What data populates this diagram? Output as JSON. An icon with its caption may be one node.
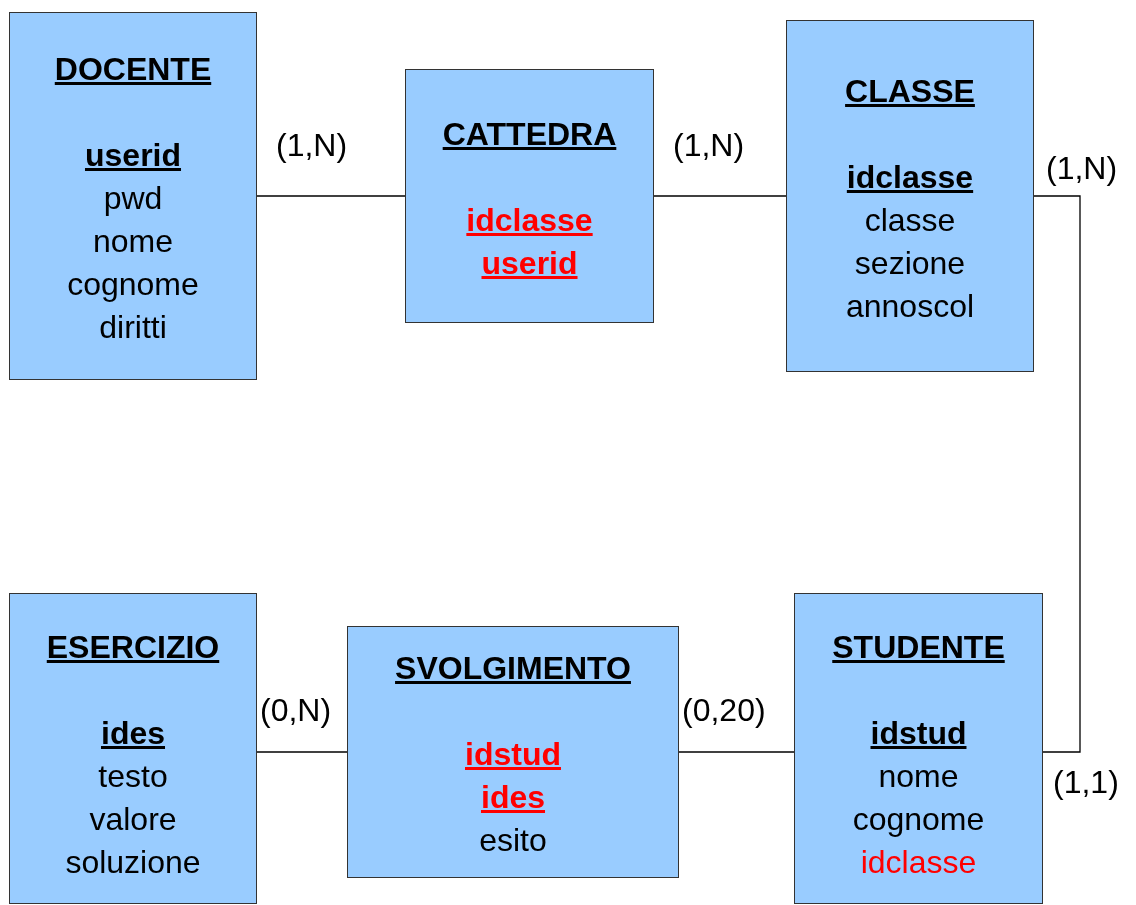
{
  "diagram": {
    "nodes": [
      {
        "text": [
          "DOCENTE",
          "userid",
          "pwd",
          "nome",
          "cognome",
          "diritti"
        ]
      },
      {
        "text": [
          "CATTEDRA",
          "idclasse",
          "userid"
        ]
      },
      {
        "text": [
          "CLASSE",
          "idclasse",
          "classe",
          "sezione",
          "annoscol"
        ],
        "beside": [
          "(1,N)"
        ]
      },
      {
        "text": [
          "ESERCIZIO",
          "ides",
          "testo",
          "valore",
          "soluzione"
        ]
      },
      {
        "text": [
          "SVOLGIMENTO",
          "idstud",
          "ides",
          "esito"
        ]
      },
      {
        "text": [
          "STUDENTE",
          "idstud",
          "nome",
          "cognome",
          "idclasse"
        ],
        "beside": [
          "(1,1)"
        ]
      }
    ],
    "edges": [
      {
        "from": 0,
        "to": 1,
        "arrow": "none",
        "label": "(1,N)"
      },
      {
        "from": 1,
        "to": 2,
        "arrow": "none",
        "label": "(1,N)"
      },
      {
        "from": 2,
        "to": 5,
        "arrow": "none"
      },
      {
        "from": 3,
        "to": 4,
        "arrow": "none",
        "label": "(0,N)"
      },
      {
        "from": 4,
        "to": 5,
        "arrow": "none",
        "label": "(0,20)"
      }
    ]
  }
}
